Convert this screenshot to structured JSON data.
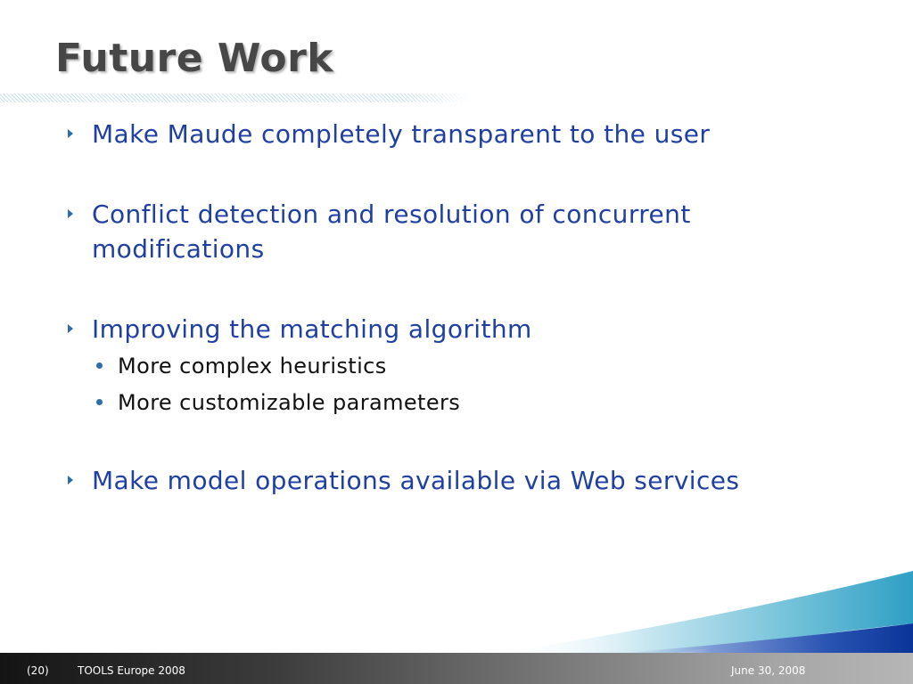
{
  "slide": {
    "title": "Future Work",
    "bullets": [
      {
        "text": "Make Maude completely transparent to the user",
        "sub_bullets": []
      },
      {
        "text": "Conflict detection and resolution of concurrent modifications",
        "sub_bullets": []
      },
      {
        "text": "Improving the matching algorithm",
        "sub_bullets": [
          "More complex heuristics",
          "More customizable parameters"
        ]
      },
      {
        "text": "Make model operations available via Web services",
        "sub_bullets": []
      }
    ]
  },
  "footer": {
    "slide_number": "(20)",
    "conference": "TOOLS Europe 2008",
    "date": "June 30, 2008"
  },
  "icons": {
    "bullet_marker": "triangle-right-icon",
    "sub_bullet_marker": "dot-icon"
  },
  "colors": {
    "title": "#474747",
    "bullet_text": "#1f3fa3",
    "sub_bullet_text": "#111111",
    "bullet_marker": "#2d6da8",
    "accent_teal": "#3aa8c8",
    "accent_blue": "#0b3aa0",
    "footer_text": "#ffffff"
  }
}
